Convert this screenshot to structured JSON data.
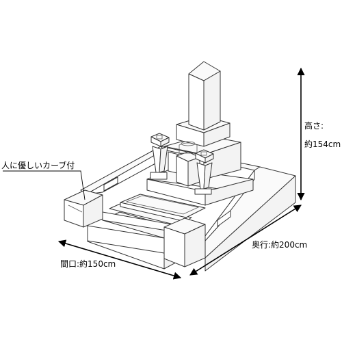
{
  "labels": {
    "curb": "人に優しいカーブ付",
    "height_title": "高さ:",
    "height_value": "約154cm",
    "depth": "奥行:約200cm",
    "width": "間口:約150cm"
  },
  "colors": {
    "line": "#333333",
    "arrow": "#000000",
    "face": "#ffffff",
    "shade": "#f3f3f3"
  }
}
